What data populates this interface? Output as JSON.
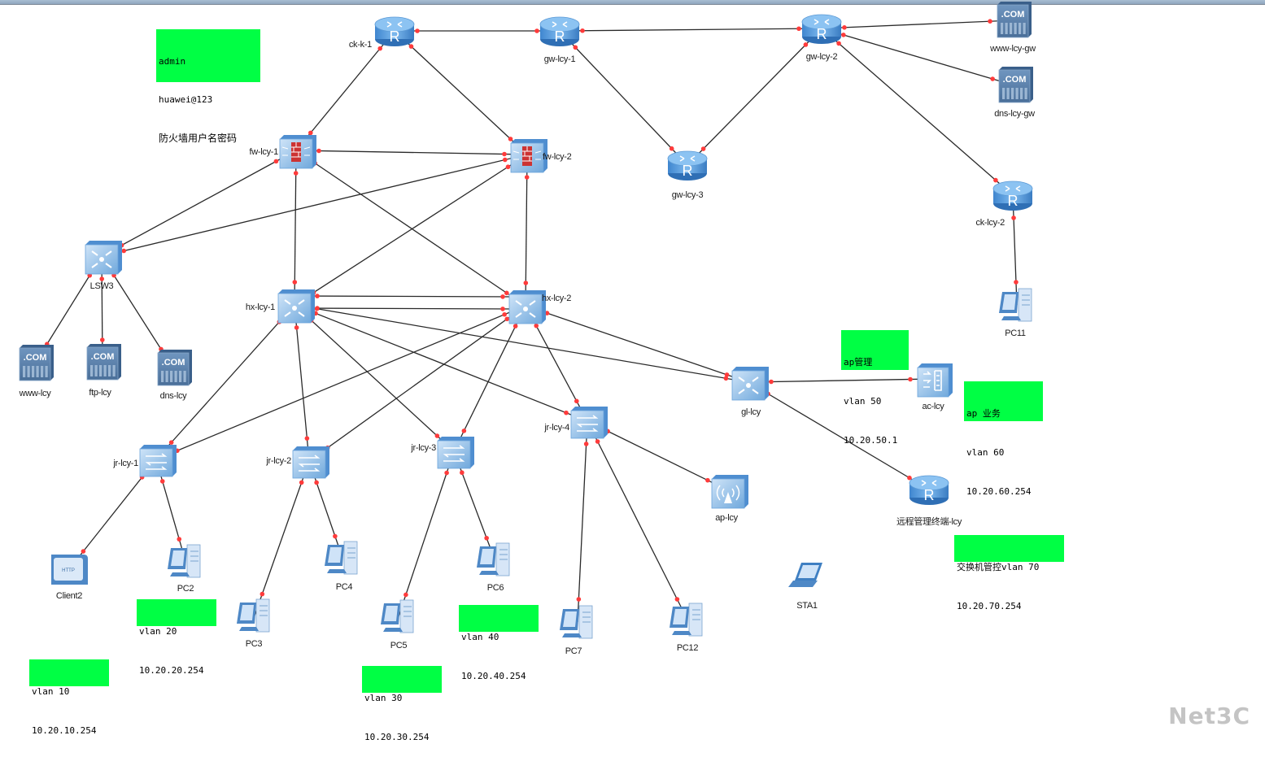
{
  "window": {
    "title_bar": ""
  },
  "colors": {
    "note_bg": "#00ff44",
    "link": "#2a2a2a",
    "port_dot": "#ff3b3b",
    "device_blue": "#5b9bd5"
  },
  "devices": [
    {
      "id": "ck-k-1",
      "label": "ck-k-1",
      "type": "router"
    },
    {
      "id": "gw-lcy-1",
      "label": "gw-lcy-1",
      "type": "router"
    },
    {
      "id": "gw-lcy-2",
      "label": "gw-lcy-2",
      "type": "router"
    },
    {
      "id": "gw-lcy-3",
      "label": "gw-lcy-3",
      "type": "router"
    },
    {
      "id": "ck-lcy-2",
      "label": "ck-lcy-2",
      "type": "router"
    },
    {
      "id": "www-lcy-gw",
      "label": "www-lcy-gw",
      "type": "server"
    },
    {
      "id": "dns-lcy-gw",
      "label": "dns-lcy-gw",
      "type": "server"
    },
    {
      "id": "PC11",
      "label": "PC11",
      "type": "pc"
    },
    {
      "id": "fw-lcy-1",
      "label": "fw-lcy-1",
      "type": "firewall"
    },
    {
      "id": "fw-lcy-2",
      "label": "fw-lcy-2",
      "type": "firewall"
    },
    {
      "id": "LSW3",
      "label": "LSW3",
      "type": "l3switch"
    },
    {
      "id": "www-lcy",
      "label": "www-lcy",
      "type": "server"
    },
    {
      "id": "ftp-lcy",
      "label": "ftp-lcy",
      "type": "server"
    },
    {
      "id": "dns-lcy",
      "label": "dns-lcy",
      "type": "server"
    },
    {
      "id": "hx-lcy-1",
      "label": "hx-lcy-1",
      "type": "l3switch"
    },
    {
      "id": "hx-lcy-2",
      "label": "hx-lcy-2",
      "type": "l3switch"
    },
    {
      "id": "gl-lcy",
      "label": "gl-lcy",
      "type": "l3switch"
    },
    {
      "id": "ac-lcy",
      "label": "ac-lcy",
      "type": "ac"
    },
    {
      "id": "remote-mgmt",
      "label": "远程管理终端-lcy",
      "type": "router"
    },
    {
      "id": "jr-lcy-1",
      "label": "jr-lcy-1",
      "type": "l2switch"
    },
    {
      "id": "jr-lcy-2",
      "label": "jr-lcy-2",
      "type": "l2switch"
    },
    {
      "id": "jr-lcy-3",
      "label": "jr-lcy-3",
      "type": "l2switch"
    },
    {
      "id": "jr-lcy-4",
      "label": "jr-lcy-4",
      "type": "l2switch"
    },
    {
      "id": "ap-lcy",
      "label": "ap-lcy",
      "type": "ap"
    },
    {
      "id": "Client2",
      "label": "Client2",
      "type": "client"
    },
    {
      "id": "PC2",
      "label": "PC2",
      "type": "pc"
    },
    {
      "id": "PC3",
      "label": "PC3",
      "type": "pc"
    },
    {
      "id": "PC4",
      "label": "PC4",
      "type": "pc"
    },
    {
      "id": "PC5",
      "label": "PC5",
      "type": "pc"
    },
    {
      "id": "PC6",
      "label": "PC6",
      "type": "pc"
    },
    {
      "id": "PC7",
      "label": "PC7",
      "type": "pc"
    },
    {
      "id": "PC12",
      "label": "PC12",
      "type": "pc"
    },
    {
      "id": "STA1",
      "label": "STA1",
      "type": "laptop"
    }
  ],
  "links": [
    [
      "ck-k-1",
      "gw-lcy-1"
    ],
    [
      "gw-lcy-1",
      "gw-lcy-2"
    ],
    [
      "gw-lcy-1",
      "gw-lcy-3"
    ],
    [
      "gw-lcy-2",
      "gw-lcy-3"
    ],
    [
      "gw-lcy-2",
      "www-lcy-gw"
    ],
    [
      "gw-lcy-2",
      "dns-lcy-gw"
    ],
    [
      "gw-lcy-2",
      "ck-lcy-2"
    ],
    [
      "ck-lcy-2",
      "PC11"
    ],
    [
      "ck-k-1",
      "fw-lcy-1"
    ],
    [
      "ck-k-1",
      "fw-lcy-2"
    ],
    [
      "fw-lcy-1",
      "fw-lcy-2"
    ],
    [
      "fw-lcy-1",
      "LSW3"
    ],
    [
      "fw-lcy-2",
      "LSW3"
    ],
    [
      "fw-lcy-1",
      "hx-lcy-1"
    ],
    [
      "fw-lcy-1",
      "hx-lcy-2"
    ],
    [
      "fw-lcy-2",
      "hx-lcy-1"
    ],
    [
      "fw-lcy-2",
      "hx-lcy-2"
    ],
    [
      "LSW3",
      "www-lcy"
    ],
    [
      "LSW3",
      "ftp-lcy"
    ],
    [
      "LSW3",
      "dns-lcy"
    ],
    [
      "hx-lcy-1",
      "hx-lcy-2"
    ],
    [
      "hx-lcy-1",
      "hx-lcy-2"
    ],
    [
      "hx-lcy-1",
      "gl-lcy"
    ],
    [
      "hx-lcy-2",
      "gl-lcy"
    ],
    [
      "hx-lcy-1",
      "jr-lcy-1"
    ],
    [
      "hx-lcy-1",
      "jr-lcy-2"
    ],
    [
      "hx-lcy-1",
      "jr-lcy-3"
    ],
    [
      "hx-lcy-1",
      "jr-lcy-4"
    ],
    [
      "hx-lcy-2",
      "jr-lcy-1"
    ],
    [
      "hx-lcy-2",
      "jr-lcy-2"
    ],
    [
      "hx-lcy-2",
      "jr-lcy-3"
    ],
    [
      "hx-lcy-2",
      "jr-lcy-4"
    ],
    [
      "gl-lcy",
      "ac-lcy"
    ],
    [
      "gl-lcy",
      "remote-mgmt"
    ],
    [
      "jr-lcy-1",
      "Client2"
    ],
    [
      "jr-lcy-1",
      "PC2"
    ],
    [
      "jr-lcy-2",
      "PC3"
    ],
    [
      "jr-lcy-2",
      "PC4"
    ],
    [
      "jr-lcy-3",
      "PC5"
    ],
    [
      "jr-lcy-3",
      "PC6"
    ],
    [
      "jr-lcy-4",
      "PC7"
    ],
    [
      "jr-lcy-4",
      "PC12"
    ],
    [
      "jr-lcy-4",
      "ap-lcy"
    ]
  ],
  "notes": [
    {
      "id": "fw-credentials",
      "lines": [
        "admin",
        "huawei@123",
        "防火墙用户名密码"
      ]
    },
    {
      "id": "ap-mgmt",
      "lines": [
        "ap管理",
        "vlan 50",
        "10.20.50.1"
      ]
    },
    {
      "id": "ap-service",
      "lines": [
        "ap 业务",
        "vlan 60",
        "10.20.60.254"
      ]
    },
    {
      "id": "switch-mgmt",
      "lines": [
        "交换机管控vlan 70",
        "10.20.70.254"
      ]
    },
    {
      "id": "vlan10",
      "lines": [
        "vlan 10",
        "10.20.10.254"
      ]
    },
    {
      "id": "vlan20",
      "lines": [
        "vlan 20",
        "10.20.20.254"
      ]
    },
    {
      "id": "vlan30",
      "lines": [
        "vlan 30",
        "10.20.30.254"
      ]
    },
    {
      "id": "vlan40",
      "lines": [
        "vlan 40",
        "10.20.40.254"
      ]
    }
  ],
  "watermark": "Net3C"
}
